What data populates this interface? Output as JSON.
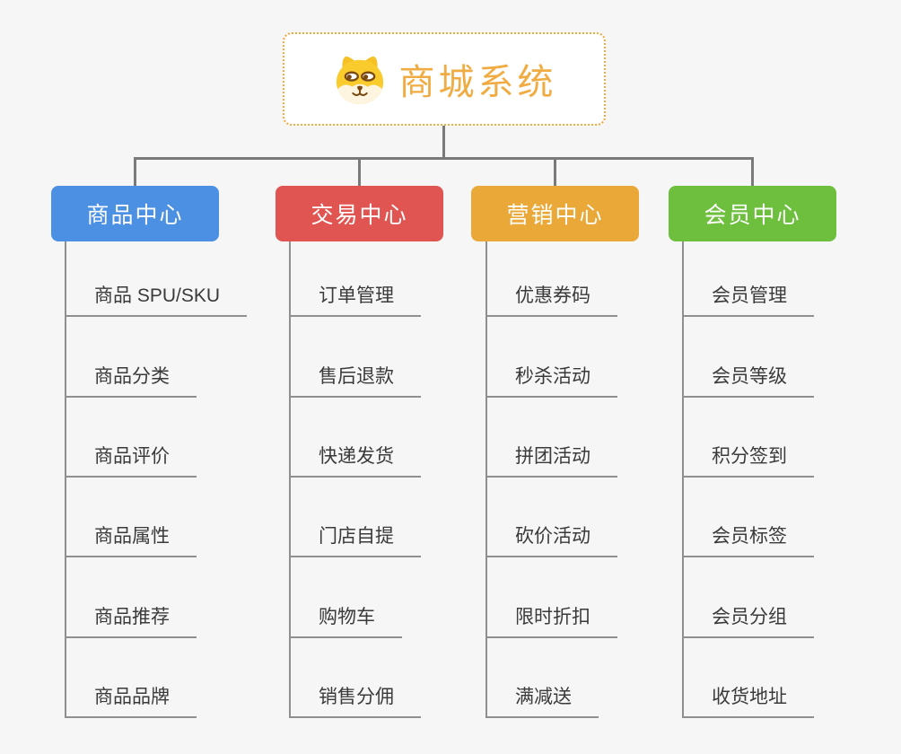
{
  "root": {
    "title": "商城系统",
    "icon": "dog-face-icon"
  },
  "branches": [
    {
      "label": "商品中心",
      "color": "#4b90e2",
      "items": [
        "商品 SPU/SKU",
        "商品分类",
        "商品评价",
        "商品属性",
        "商品推荐",
        "商品品牌"
      ]
    },
    {
      "label": "交易中心",
      "color": "#e05551",
      "items": [
        "订单管理",
        "售后退款",
        "快递发货",
        "门店自提",
        "购物车",
        "销售分佣"
      ]
    },
    {
      "label": "营销中心",
      "color": "#eaa838",
      "items": [
        "优惠券码",
        "秒杀活动",
        "拼团活动",
        "砍价活动",
        "限时折扣",
        "满减送"
      ]
    },
    {
      "label": "会员中心",
      "color": "#6ebf3d",
      "items": [
        "会员管理",
        "会员等级",
        "积分签到",
        "会员标签",
        "会员分组",
        "收货地址"
      ]
    }
  ],
  "colors": {
    "background": "#f6f6f6",
    "root_border": "#f2a63c",
    "root_text": "#f0ac42",
    "connector": "#7a7a7a",
    "leaf_line": "#8f8f8f",
    "leaf_text": "#3a3a3a"
  }
}
